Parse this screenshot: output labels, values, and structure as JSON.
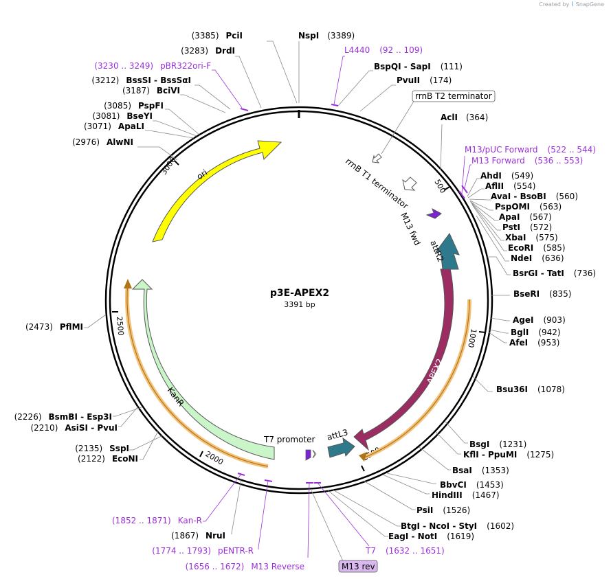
{
  "brand": {
    "created_by": "Created by",
    "product": "SnapGene"
  },
  "plasmid": {
    "name": "p3E-APEX2",
    "size_label": "3391 bp",
    "length": 3391
  },
  "ticks": [
    "500",
    "1000",
    "1500",
    "2000",
    "2500",
    "3000"
  ],
  "enzymes": [
    {
      "name": "PciI",
      "pos": "(3385)"
    },
    {
      "name": "NspI",
      "pos": "(3389)"
    },
    {
      "name": "DrdI",
      "pos": "(3283)"
    },
    {
      "name": "BspQI - SapI",
      "pos": "(111)"
    },
    {
      "name": "PvuII",
      "pos": "(174)"
    },
    {
      "name": "BssSI - BssSαI",
      "pos": "(3212)"
    },
    {
      "name": "BciVI",
      "pos": "(3187)"
    },
    {
      "name": "PspFI",
      "pos": "(3085)"
    },
    {
      "name": "BseYI",
      "pos": "(3081)"
    },
    {
      "name": "ApaLI",
      "pos": "(3071)"
    },
    {
      "name": "AclI",
      "pos": "(364)"
    },
    {
      "name": "AlwNI",
      "pos": "(2976)"
    },
    {
      "name": "AhdI",
      "pos": "(549)"
    },
    {
      "name": "AflII",
      "pos": "(554)"
    },
    {
      "name": "AvaI - BsoBI",
      "pos": "(560)"
    },
    {
      "name": "PspOMI",
      "pos": "(563)"
    },
    {
      "name": "ApaI",
      "pos": "(567)"
    },
    {
      "name": "PstI",
      "pos": "(572)"
    },
    {
      "name": "XbaI",
      "pos": "(575)"
    },
    {
      "name": "EcoRI",
      "pos": "(585)"
    },
    {
      "name": "NdeI",
      "pos": "(636)"
    },
    {
      "name": "BsrGI - TatI",
      "pos": "(736)"
    },
    {
      "name": "BseRI",
      "pos": "(835)"
    },
    {
      "name": "AgeI",
      "pos": "(903)"
    },
    {
      "name": "BglI",
      "pos": "(942)"
    },
    {
      "name": "AfeI",
      "pos": "(953)"
    },
    {
      "name": "PflMI",
      "pos": "(2473)"
    },
    {
      "name": "Bsu36I",
      "pos": "(1078)"
    },
    {
      "name": "BsmBI - Esp3I",
      "pos": "(2226)"
    },
    {
      "name": "AsiSI - PvuI",
      "pos": "(2210)"
    },
    {
      "name": "SspI",
      "pos": "(2135)"
    },
    {
      "name": "EcoNI",
      "pos": "(2122)"
    },
    {
      "name": "BsgI",
      "pos": "(1231)"
    },
    {
      "name": "KflI - PpuMI",
      "pos": "(1275)"
    },
    {
      "name": "BsaI",
      "pos": "(1353)"
    },
    {
      "name": "BbvCI",
      "pos": "(1453)"
    },
    {
      "name": "HindIII",
      "pos": "(1467)"
    },
    {
      "name": "PsiI",
      "pos": "(1526)"
    },
    {
      "name": "BtgI - NcoI - StyI",
      "pos": "(1602)"
    },
    {
      "name": "EagI - NotI",
      "pos": "(1619)"
    },
    {
      "name": "NruI",
      "pos": "(1867)"
    }
  ],
  "primers": [
    {
      "name": "L4440",
      "range": "(92 .. 109)"
    },
    {
      "name": "pBR322ori-F",
      "range": "(3230 .. 3249)"
    },
    {
      "name": "M13/pUC Forward",
      "range": "(522 .. 544)"
    },
    {
      "name": "M13 Forward",
      "range": "(536 .. 553)"
    },
    {
      "name": "Kan-R",
      "range": "(1852 .. 1871)"
    },
    {
      "name": "pENTR-R",
      "range": "(1774 .. 1793)"
    },
    {
      "name": "M13 Reverse",
      "range": "(1656 .. 1672)"
    },
    {
      "name": "T7",
      "range": "(1632 .. 1651)"
    },
    {
      "name": "M13 rev",
      "range": ""
    }
  ],
  "features": [
    {
      "name": "rrnB T2 terminator",
      "color": "#ffffff"
    },
    {
      "name": "rrnB T1 terminator",
      "color": "#ffffff"
    },
    {
      "name": "M13 fwd",
      "color": "#7b22d6"
    },
    {
      "name": "attR2",
      "color": "#2e7a8c"
    },
    {
      "name": "APEX2",
      "color": "#9b2d62"
    },
    {
      "name": "attL3",
      "color": "#2e7a8c"
    },
    {
      "name": "T7 promoter",
      "color": "#ffffff"
    },
    {
      "name": "KanR",
      "color": "#c9f5c9"
    },
    {
      "name": "ori",
      "color": "#ffff00"
    }
  ],
  "colors": {
    "primer": "#9b30d9",
    "orf": "#f0a830",
    "backbone": "#000000"
  }
}
